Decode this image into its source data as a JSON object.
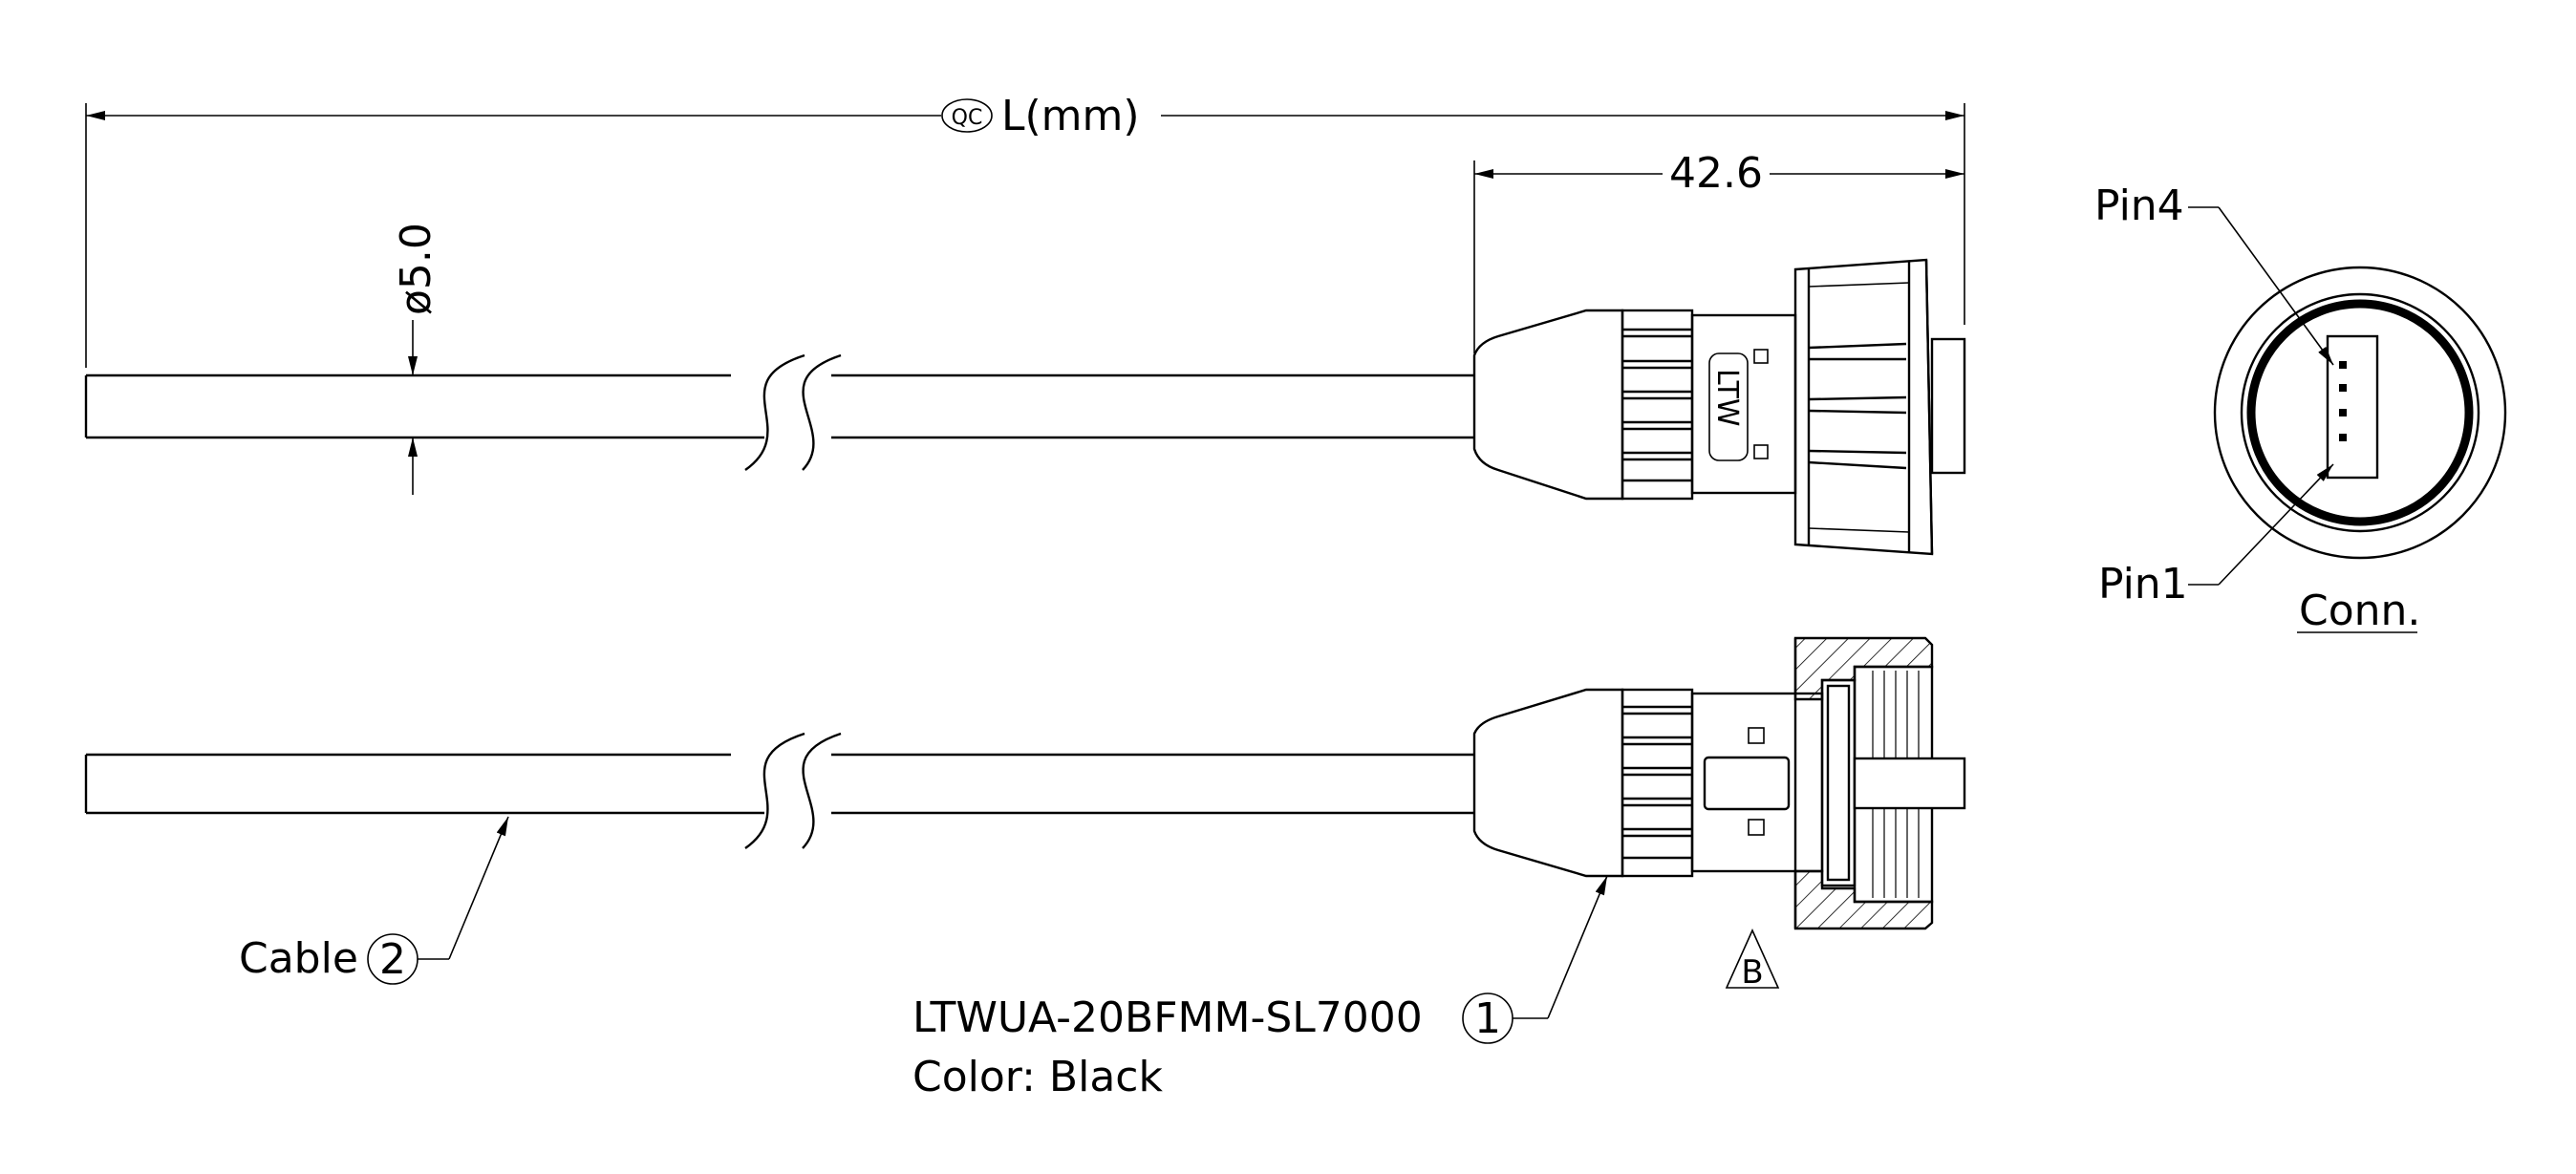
{
  "dimensions": {
    "overall_length_label": "L(mm)",
    "qc_symbol_text": "QC",
    "connector_length": "42.6",
    "cable_diameter": "ø5.0"
  },
  "connector_face": {
    "pin4_label": "Pin4",
    "pin1_label": "Pin1",
    "view_label": "Conn."
  },
  "connector_marking": "LTW",
  "callouts": {
    "cable_label": "Cable",
    "cable_number": "2",
    "part_number": "LTWUA-20BFMM-SL7000",
    "part_item_number": "1",
    "color_line": "Color:  Black",
    "revision_letter": "B"
  }
}
